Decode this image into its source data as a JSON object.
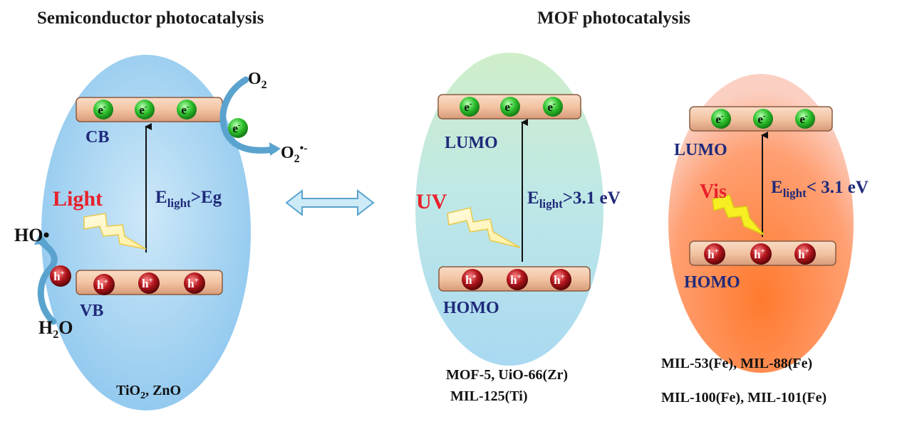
{
  "titles": {
    "left": "Semiconductor photocatalysis",
    "right": "MOF photocatalysis"
  },
  "semiconductor": {
    "cb_label": "CB",
    "vb_label": "VB",
    "light_label": "Light",
    "energy_main": "E",
    "energy_sub": "light",
    "energy_rest": ">Eg",
    "o2_main": "O",
    "o2_sub": "2",
    "superoxide_main": "O",
    "superoxide_sub": "2",
    "superoxide_sup": "•-",
    "ho_label": "HO•",
    "h2o_main": "H",
    "h2o_sub": "2",
    "h2o_rest": "O",
    "materials_a": "TiO",
    "materials_sub": "2",
    "materials_b": ", ZnO"
  },
  "mof_uv": {
    "lumo_label": "LUMO",
    "homo_label": "HOMO",
    "light_label": "UV",
    "energy_main": "E",
    "energy_sub": "light",
    "energy_rest": ">3.1 eV",
    "materials_line1": "MOF-5, UiO-66(Zr)",
    "materials_line2": "MIL-125(Ti)"
  },
  "mof_vis": {
    "lumo_label": "LUMO",
    "homo_label": "HOMO",
    "light_label": "Vis",
    "energy_main": "E",
    "energy_sub": "light",
    "energy_rest": "< 3.1 eV",
    "materials_line1": "MIL-53(Fe), MIL-88(Fe)",
    "materials_line2": "MIL-100(Fe), MIL-101(Fe)"
  },
  "particles": {
    "electron_main": "e",
    "electron_sup": "-",
    "hole_main": "h",
    "hole_sup": "+"
  },
  "colors": {
    "electron": "#2fc22f",
    "hole": "#b3161d",
    "band": "#f2c4a2",
    "text_navy": "#1f2a7a",
    "text_red": "#e8202a",
    "arrow_blue": "#5aa3cf"
  }
}
